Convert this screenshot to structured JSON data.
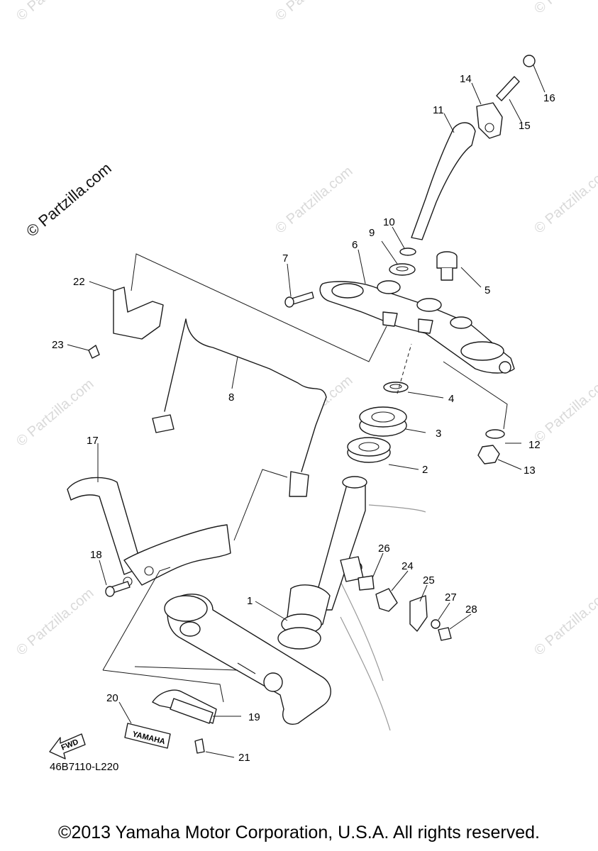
{
  "watermark": {
    "brand": "© Partzilla.com",
    "repeat": "© Partzilla.com"
  },
  "diagram_code": "46B7110-L220",
  "fwd_label": "FWD",
  "brand_tag": "YAMAHA",
  "copyright": "©2013 Yamaha Motor Corporation, U.S.A. All rights reserved.",
  "callouts": {
    "c1": "1",
    "c2": "2",
    "c3": "3",
    "c4": "4",
    "c5": "5",
    "c6": "6",
    "c7": "7",
    "c8": "8",
    "c9": "9",
    "c10": "10",
    "c11": "11",
    "c12": "12",
    "c13": "13",
    "c14": "14",
    "c15": "15",
    "c16": "16",
    "c17": "17",
    "c18": "18",
    "c19": "19",
    "c20": "20",
    "c21": "21",
    "c22": "22",
    "c23": "23",
    "c24": "24",
    "c25": "25",
    "c26": "26",
    "c27": "27",
    "c28": "28"
  }
}
